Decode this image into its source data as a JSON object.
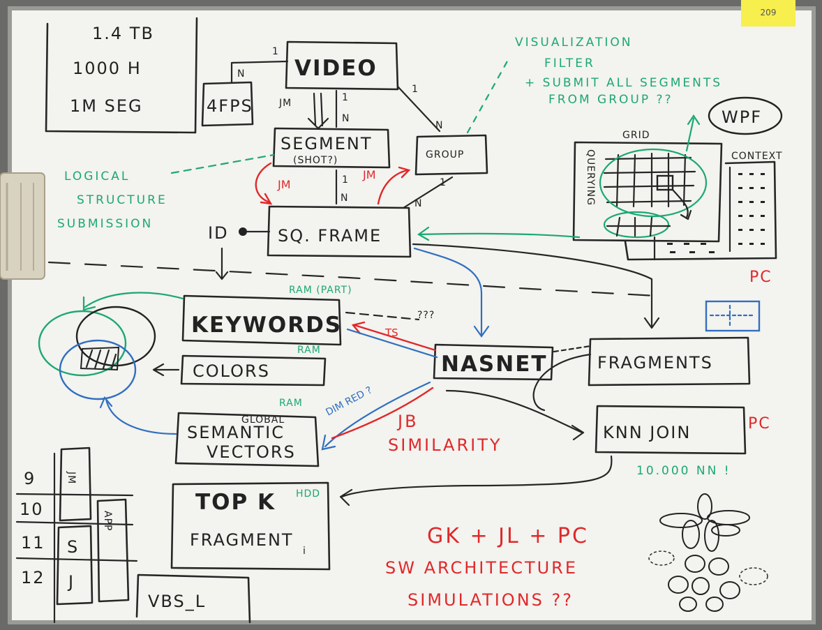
{
  "colors": {
    "black": "#222222",
    "green": "#1ba872",
    "red": "#e0282a",
    "blue": "#2f6fc0",
    "sticky": "#f7ef4e"
  },
  "sticky_note": "209",
  "stats": {
    "line1": "1.4 TB",
    "line2": "1000 H",
    "line3": "1M SEG"
  },
  "entities": {
    "video": "VIDEO",
    "fps": "4FPS",
    "segment": "SEGMENT",
    "segment_sub": "(SHOT?)",
    "group": "GROUP",
    "frame": "SQ. FRAME",
    "id": "ID",
    "keywords": "KEYWORDS",
    "colors": "COLORS",
    "semantic1": "SEMANTIC",
    "semantic2": "VECTORS",
    "global": "GLOBAL",
    "nasnet": "NASNET",
    "fragments": "FRAGMENTS",
    "knn": "KNN JOIN",
    "topk1": "TOP K",
    "topk2": "FRAGMENT",
    "topk_i": "i"
  },
  "cardinality": {
    "one": "1",
    "n": "N"
  },
  "arrow_labels": {
    "jm": "JM",
    "ts": "TS",
    "q": "???",
    "dim_red": "DIM RED ?"
  },
  "storage": {
    "ram_part": "RAM (PART)",
    "ram": "RAM",
    "hdd": "HDD"
  },
  "notes": {
    "logical1": "LOGICAL",
    "logical2": "STRUCTURE",
    "logical3": "SUBMISSION",
    "vis1": "VISUALIZATION",
    "vis2": "FILTER",
    "vis3": "+ SUBMIT ALL SEGMENTS",
    "vis4": "FROM GROUP ??",
    "nn": "10.000 NN !",
    "jb1": "JB",
    "jb2": "SIMILARITY",
    "bottom1": "GK + JL + PC",
    "bottom2": "SW ARCHITECTURE",
    "bottom3": "SIMULATIONS ??"
  },
  "ui_sketch": {
    "wpf": "WPF",
    "grid": "GRID",
    "querying": "QUERYING",
    "context": "CONTEXT",
    "pc": "PC",
    "pc2": "PC"
  },
  "schedule": {
    "rows": [
      "9",
      "10",
      "11",
      "12"
    ],
    "c1": "JM",
    "c2": "S",
    "c3": "J",
    "app": "APP",
    "vbs": "VBS_L"
  }
}
